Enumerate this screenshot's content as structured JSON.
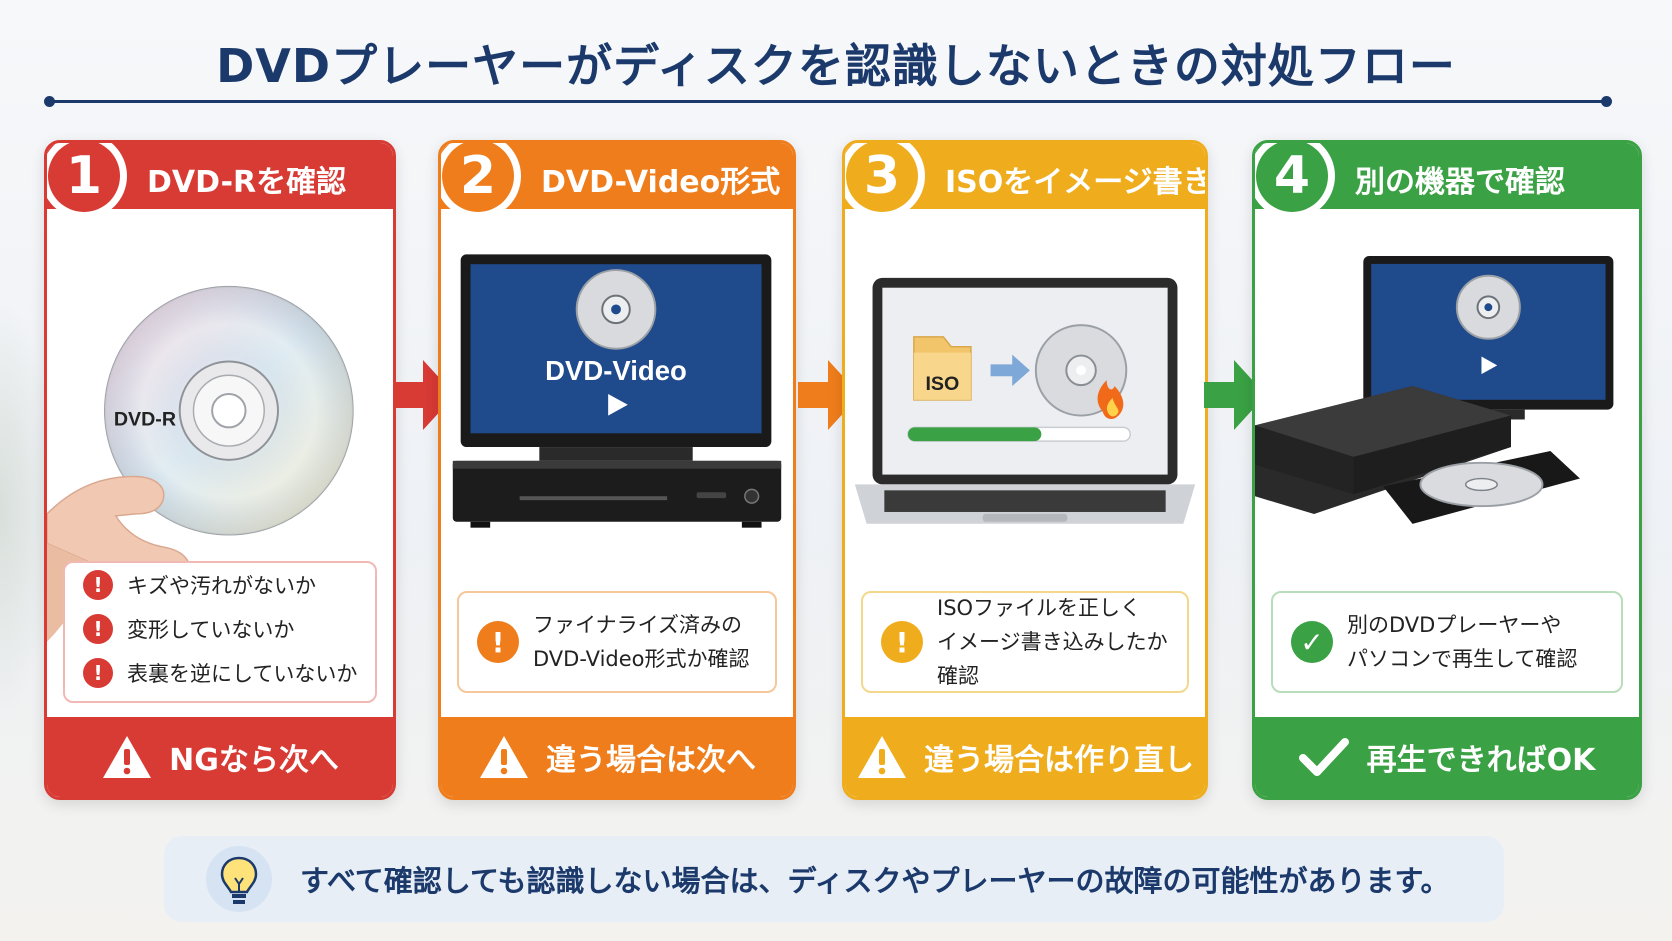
{
  "title": "DVDプレーヤーがディスクを認識しないときの対処フロー",
  "steps": [
    {
      "number": "1",
      "heading": "DVD-Rを確認",
      "disc_label": "DVD-R",
      "checks": [
        "キズや汚れがないか",
        "変形していないか",
        "表裏を逆にしていないか"
      ],
      "footer": "NGなら次へ"
    },
    {
      "number": "2",
      "heading": "DVD-Video形式",
      "screen_text": "DVD-Video",
      "note_lines": [
        "ファイナライズ済みの",
        "DVD-Video形式か確認"
      ],
      "footer": "違う場合は次へ"
    },
    {
      "number": "3",
      "heading": "ISOをイメージ書き込み",
      "file_label": "ISO",
      "progress": 0.6,
      "note_lines": [
        "ISOファイルを正しく",
        "イメージ書き込みしたか確認"
      ],
      "footer": "違う場合は作り直し"
    },
    {
      "number": "4",
      "heading": "別の機器で確認",
      "note_lines": [
        "別のDVDプレーヤーや",
        "パソコンで再生して確認"
      ],
      "footer": "再生できればOK"
    }
  ],
  "tip": "すべて確認しても認識しない場合は、ディスクやプレーヤーの故障の可能性があります。",
  "colors": {
    "step1": "#d83a34",
    "step2": "#ef7d1b",
    "step3": "#efad1e",
    "step4": "#3aa144",
    "title": "#1b3a6b"
  }
}
